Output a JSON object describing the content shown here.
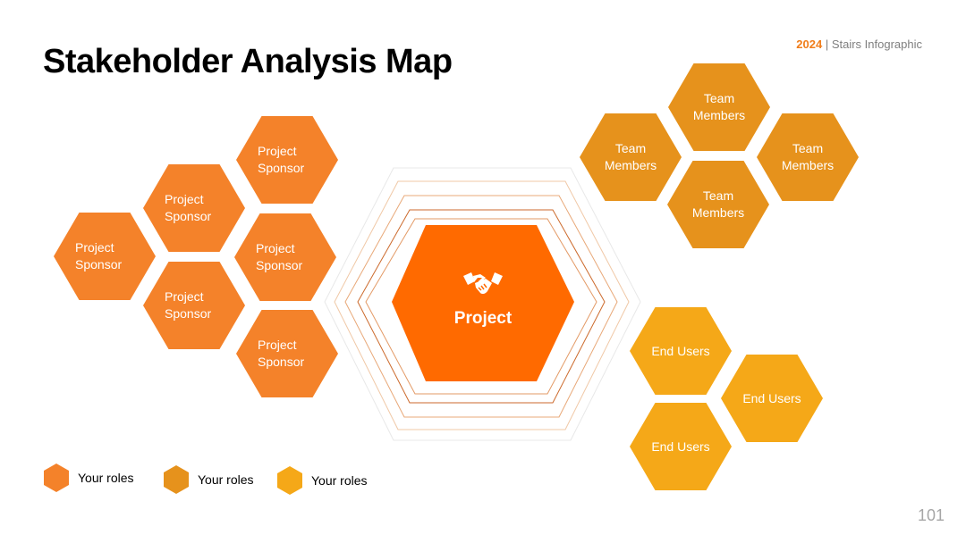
{
  "header": {
    "title": "Stakeholder Analysis Map",
    "brand_year": "2024",
    "brand_separator": " | ",
    "brand_name": "Stairs Infographic"
  },
  "colors": {
    "sponsor": "#f4822a",
    "team": "#e6921c",
    "end_users": "#f5a818",
    "center": "#ff6a00"
  },
  "center": {
    "label": "Project",
    "icon": "handshake-icon"
  },
  "sponsors": [
    {
      "label": "Project Sponsor"
    },
    {
      "label": "Project Sponsor"
    },
    {
      "label": "Project Sponsor"
    },
    {
      "label": "Project Sponsor"
    },
    {
      "label": "Project Sponsor"
    },
    {
      "label": "Project Sponsor"
    }
  ],
  "team": [
    {
      "label": "Team Members"
    },
    {
      "label": "Team Members"
    },
    {
      "label": "Team Members"
    },
    {
      "label": "Team Members"
    }
  ],
  "end_users": [
    {
      "label": "End Users"
    },
    {
      "label": "End Users"
    },
    {
      "label": "End Users"
    }
  ],
  "legend": [
    {
      "label": "Your roles"
    },
    {
      "label": "Your roles"
    },
    {
      "label": "Your roles"
    }
  ],
  "page_number": "101"
}
